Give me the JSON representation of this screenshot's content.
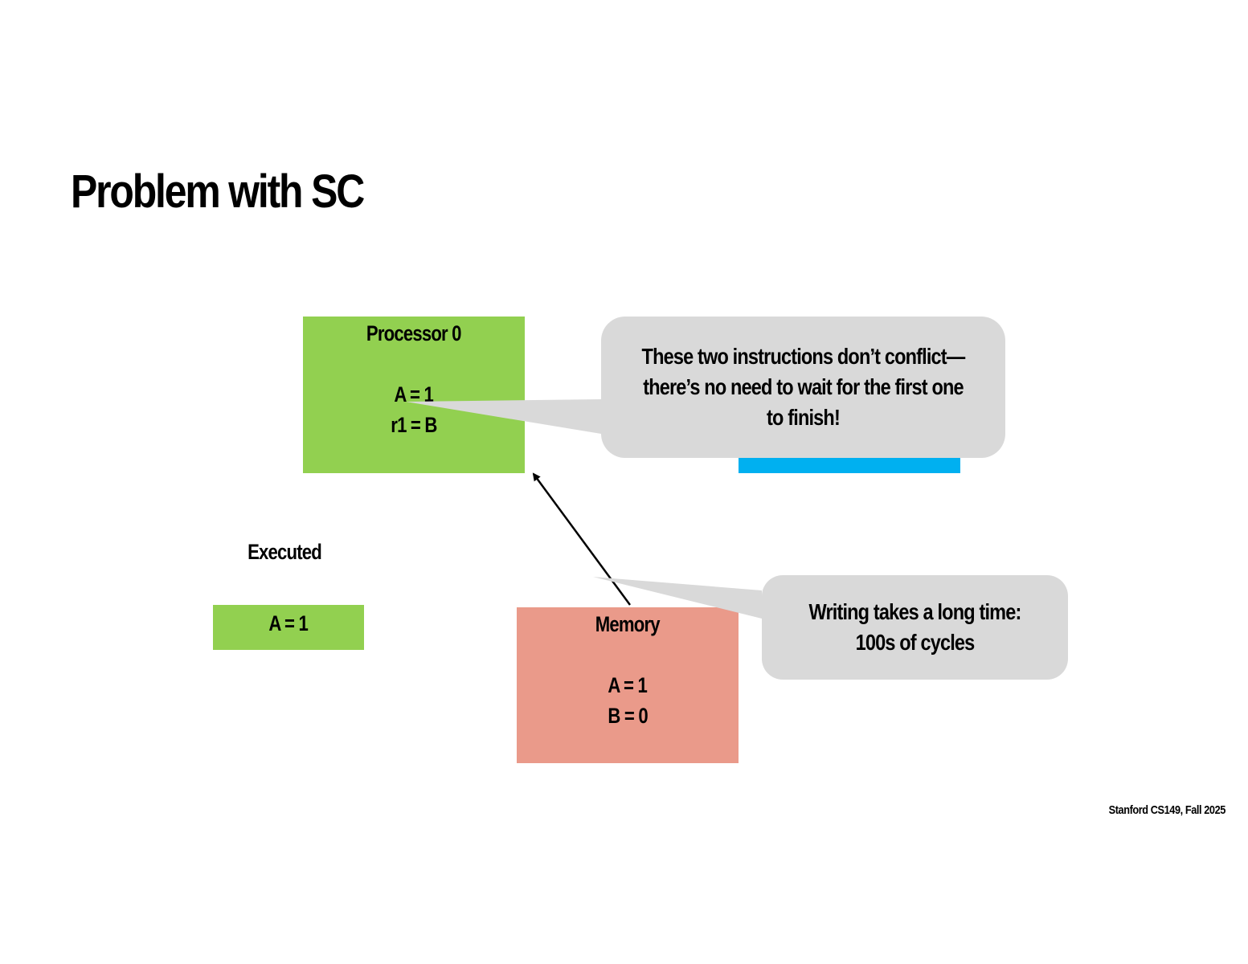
{
  "slide": {
    "title": "Problem with SC",
    "footer": "Stanford CS149, Fall 2025"
  },
  "processor0": {
    "label": "Processor 0",
    "instructions": [
      "A = 1",
      "r1 = B"
    ]
  },
  "executed": {
    "label": "Executed",
    "items": [
      "A = 1"
    ]
  },
  "memory": {
    "label": "Memory",
    "values": [
      "A = 1",
      "B = 0"
    ]
  },
  "callouts": {
    "no_conflict": "These two instructions don’t conflict— there’s no need to wait for the first one to finish!",
    "write_latency": "Writing takes a long time: 100s of cycles"
  },
  "colors": {
    "processor": "#92d050",
    "processor1": "#00b0f0",
    "memory": "#ea9a8a",
    "callout": "#d9d9d9"
  }
}
